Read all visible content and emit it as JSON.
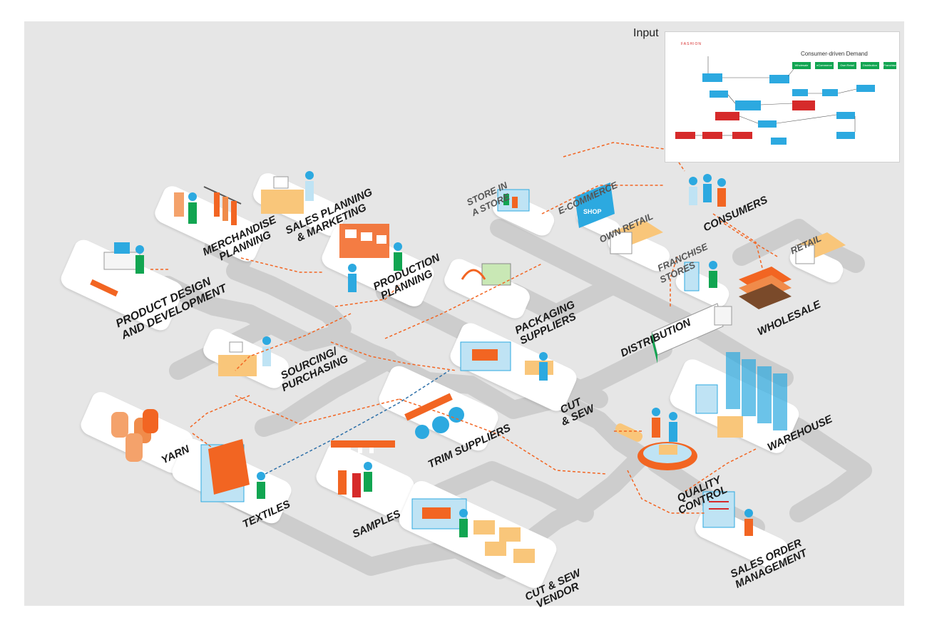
{
  "inset": {
    "title": "Input",
    "brand": "FASHION",
    "demand_label": "Consumer-driven Demand",
    "channels": [
      "Wholesale",
      "eCommerce",
      "Own Retail",
      "Distribution",
      "Franchise Stores"
    ]
  },
  "stations": {
    "product_design": [
      "PRODUCT DESIGN",
      "AND DEVELOPMENT"
    ],
    "merchandise_planning": [
      "MERCHANDISE",
      "PLANNING"
    ],
    "sales_planning": [
      "SALES PLANNING",
      "& MARKETING"
    ],
    "production_planning": [
      "PRODUCTION",
      "PLANNING"
    ],
    "sourcing": [
      "SOURCING/",
      "PURCHASING"
    ],
    "yarn": [
      "YARN"
    ],
    "textiles": [
      "TEXTILES"
    ],
    "samples": [
      "SAMPLES"
    ],
    "trim_suppliers": [
      "TRIM SUPPLIERS"
    ],
    "cut_sew": [
      "CUT",
      "& SEW"
    ],
    "cut_sew_vendor": [
      "CUT & SEW",
      "VENDOR"
    ],
    "packaging_suppliers": [
      "PACKAGING",
      "SUPPLIERS"
    ],
    "quality_control": [
      "QUALITY",
      "CONTROL"
    ],
    "warehouse": [
      "WAREHOUSE"
    ],
    "sales_order": [
      "SALES ORDER",
      "MANAGEMENT"
    ],
    "distribution": [
      "DISTRIBUTION"
    ],
    "wholesale": [
      "WHOLESALE"
    ],
    "retail": [
      "RETAIL"
    ],
    "franchise": [
      "FRANCHISE",
      "STORES"
    ],
    "own_retail": [
      "OWN RETAIL"
    ],
    "ecommerce": [
      "E-COMMERCE"
    ],
    "store_in_store": [
      "STORE IN",
      "A STORE"
    ],
    "consumers": [
      "CONSUMERS"
    ]
  },
  "sign_text": "SHOP",
  "colors": {
    "accent": "#f26522",
    "board": "#e6e6e6",
    "road": "#cfcfcf",
    "blue": "#2ca9e0",
    "green": "#11a551",
    "red": "#d62a2a"
  }
}
